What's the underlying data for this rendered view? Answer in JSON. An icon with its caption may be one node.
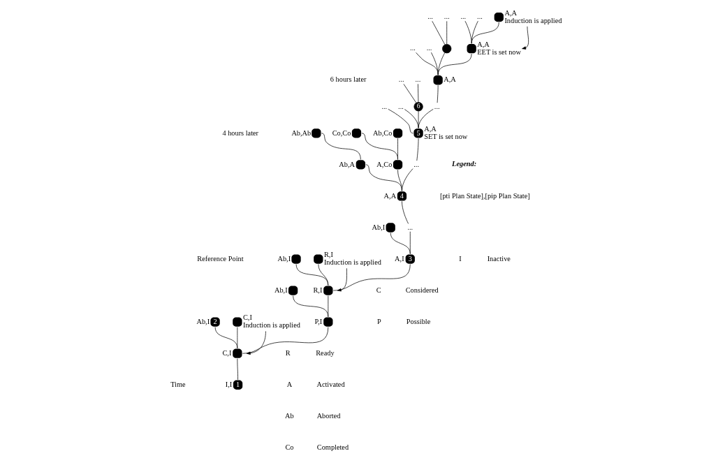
{
  "diagram": {
    "nodes": [
      {
        "text": [
          "1"
        ],
        "beside": [
          "I,I"
        ]
      },
      {
        "text": [],
        "shape": "circle",
        "beside": [
          "C,I"
        ]
      },
      {
        "text": [
          "2"
        ],
        "beside": [
          "Ab,I"
        ]
      },
      {
        "text": [],
        "shape": "circle",
        "beside": [
          "C,I",
          "Induction is applied"
        ]
      },
      {
        "text": [],
        "shape": "circle",
        "beside": [
          "P,I"
        ]
      },
      {
        "text": [],
        "shape": "circle",
        "beside": [
          "Ab,I"
        ]
      },
      {
        "text": [],
        "shape": "circle",
        "beside": [
          "R,I"
        ]
      },
      {
        "text": [],
        "shape": "circle",
        "beside": [
          "Ab,I"
        ]
      },
      {
        "text": [],
        "shape": "circle",
        "beside": [
          "R,I",
          "Induction is applied"
        ]
      },
      {
        "text": [
          "3"
        ],
        "beside": [
          "A,I"
        ]
      },
      {
        "text": [
          "..."
        ]
      },
      {
        "text": [],
        "shape": "circle",
        "beside": [
          "Ab,I"
        ]
      },
      {
        "text": [
          "4"
        ],
        "beside": [
          "A,A"
        ]
      },
      {
        "text": [],
        "shape": "circle",
        "beside": [
          "Ab,A"
        ]
      },
      {
        "text": [],
        "shape": "circle",
        "beside": [
          "A,Co"
        ]
      },
      {
        "text": [
          "..."
        ]
      },
      {
        "text": [],
        "shape": "circle",
        "beside": [
          "Ab,Ab"
        ]
      },
      {
        "text": [],
        "shape": "circle",
        "beside": [
          "Co,Co"
        ]
      },
      {
        "text": [],
        "shape": "circle",
        "beside": [
          "Ab,Co"
        ]
      },
      {
        "text": [
          "5"
        ],
        "beside": [
          "A,A",
          "SET is set now"
        ]
      },
      {
        "text": [
          "..."
        ]
      },
      {
        "text": [
          "..."
        ]
      },
      {
        "text": [
          "6"
        ]
      },
      {
        "text": [
          "..."
        ]
      },
      {
        "text": [
          "..."
        ]
      },
      {
        "text": [
          "..."
        ]
      },
      {
        "text": [],
        "shape": "circle",
        "beside": [
          "A,A"
        ]
      },
      {
        "text": [
          "..."
        ]
      },
      {
        "text": [
          "..."
        ]
      },
      {
        "text": [],
        "shape": "circle"
      },
      {
        "text": [
          "..."
        ]
      },
      {
        "text": [
          "..."
        ]
      },
      {
        "text": [],
        "shape": "circle",
        "beside": [
          "A,A",
          "EET is set now"
        ]
      },
      {
        "text": [
          "..."
        ]
      },
      {
        "text": [
          "..."
        ]
      },
      {
        "text": [],
        "shape": "circle",
        "beside": [
          "A,A",
          "Induction is applied"
        ]
      }
    ],
    "edges": [
      {
        "from": 0,
        "to": 1,
        "arrow": "none"
      },
      {
        "from": 1,
        "to": 2,
        "arrow": "none"
      },
      {
        "from": 1,
        "to": 3,
        "arrow": "none"
      },
      {
        "from": 3,
        "to": 1,
        "arrow": "to"
      },
      {
        "from": 1,
        "to": 4,
        "arrow": "none"
      },
      {
        "from": 4,
        "to": 5,
        "arrow": "none"
      },
      {
        "from": 4,
        "to": 6,
        "arrow": "none"
      },
      {
        "from": 6,
        "to": 7,
        "arrow": "none"
      },
      {
        "from": 6,
        "to": 8,
        "arrow": "none"
      },
      {
        "from": 8,
        "to": 6,
        "arrow": "to"
      },
      {
        "from": 6,
        "to": 9,
        "arrow": "none"
      },
      {
        "from": 9,
        "to": 11,
        "arrow": "none"
      },
      {
        "from": 9,
        "to": 10,
        "arrow": "none"
      },
      {
        "from": 10,
        "to": 12,
        "arrow": "none"
      },
      {
        "from": 12,
        "to": 13,
        "arrow": "none"
      },
      {
        "from": 12,
        "to": 14,
        "arrow": "none"
      },
      {
        "from": 12,
        "to": 15,
        "arrow": "none"
      },
      {
        "from": 13,
        "to": 16,
        "arrow": "none"
      },
      {
        "from": 14,
        "to": 17,
        "arrow": "none"
      },
      {
        "from": 14,
        "to": 18,
        "arrow": "none"
      },
      {
        "from": 15,
        "to": 19,
        "arrow": "none"
      },
      {
        "from": 19,
        "to": 20,
        "arrow": "none"
      },
      {
        "from": 19,
        "to": 21,
        "arrow": "none"
      },
      {
        "from": 19,
        "to": 22,
        "arrow": "none"
      },
      {
        "from": 19,
        "to": 25,
        "arrow": "none"
      },
      {
        "from": 22,
        "to": 23,
        "arrow": "none"
      },
      {
        "from": 22,
        "to": 24,
        "arrow": "none"
      },
      {
        "from": 25,
        "to": 26,
        "arrow": "none"
      },
      {
        "from": 26,
        "to": 27,
        "arrow": "none"
      },
      {
        "from": 26,
        "to": 28,
        "arrow": "none"
      },
      {
        "from": 26,
        "to": 29,
        "arrow": "none"
      },
      {
        "from": 26,
        "to": 32,
        "arrow": "none"
      },
      {
        "from": 29,
        "to": 30,
        "arrow": "none"
      },
      {
        "from": 29,
        "to": 31,
        "arrow": "none"
      },
      {
        "from": 32,
        "to": 33,
        "arrow": "none"
      },
      {
        "from": 32,
        "to": 34,
        "arrow": "none"
      },
      {
        "from": 32,
        "to": 35,
        "arrow": "none"
      },
      {
        "from": 35,
        "to": 32,
        "arrow": "to"
      }
    ],
    "labels": [
      "6 hours later",
      "4 hours later",
      "Legend:",
      "[pti Plan State],[pip Plan State]",
      "Reference Point",
      "I",
      "Inactive",
      "C",
      "Considered",
      "P",
      "Possible",
      "R",
      "Ready",
      "A",
      "Activated",
      "Ab",
      "Aborted",
      "Co",
      "Completed",
      "Time"
    ]
  }
}
